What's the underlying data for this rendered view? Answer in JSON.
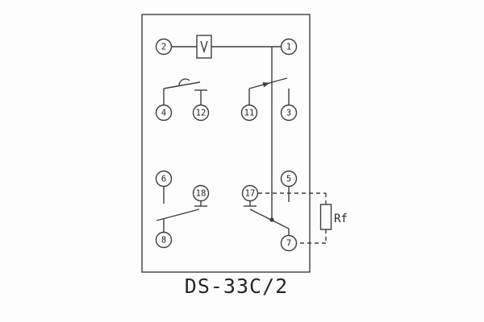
{
  "title": "DS-33C/2",
  "colors": {
    "line": "#3d3d3d",
    "bg": "#fdfdfd",
    "text": "#262626"
  },
  "terminals": {
    "t1": {
      "label": "1"
    },
    "t2": {
      "label": "2"
    },
    "t3": {
      "label": "3"
    },
    "t4": {
      "label": "4"
    },
    "t5": {
      "label": "5"
    },
    "t6": {
      "label": "6"
    },
    "t7": {
      "label": "7"
    },
    "t8": {
      "label": "8"
    },
    "t11": {
      "label": "11"
    },
    "t12": {
      "label": "12"
    },
    "t17": {
      "label": "17"
    },
    "t18": {
      "label": "18"
    }
  },
  "components": {
    "resistor": {
      "label": "Rf"
    }
  }
}
